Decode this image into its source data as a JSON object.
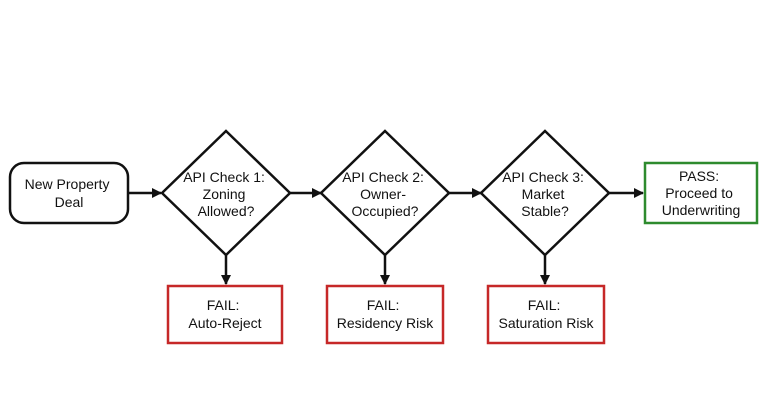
{
  "nodes": {
    "start": {
      "lines": [
        "New Property",
        "Deal"
      ]
    },
    "check1": {
      "lines": [
        "API Check 1:",
        "Zoning",
        "Allowed?"
      ]
    },
    "check2": {
      "lines": [
        "API Check 2:",
        "Owner-",
        "Occupied?"
      ]
    },
    "check3": {
      "lines": [
        "API Check 3:",
        "Market",
        "Stable?"
      ]
    },
    "pass": {
      "lines": [
        "PASS:",
        "Proceed to",
        "Underwriting"
      ]
    },
    "fail1": {
      "lines": [
        "FAIL:",
        "Auto-Reject"
      ]
    },
    "fail2": {
      "lines": [
        "FAIL:",
        "Residency Risk"
      ]
    },
    "fail3": {
      "lines": [
        "FAIL:",
        "Saturation Risk"
      ]
    }
  },
  "colors": {
    "stroke": "#111111",
    "pass": "#2e8b2e",
    "fail": "#c62828",
    "text": "#111111"
  }
}
